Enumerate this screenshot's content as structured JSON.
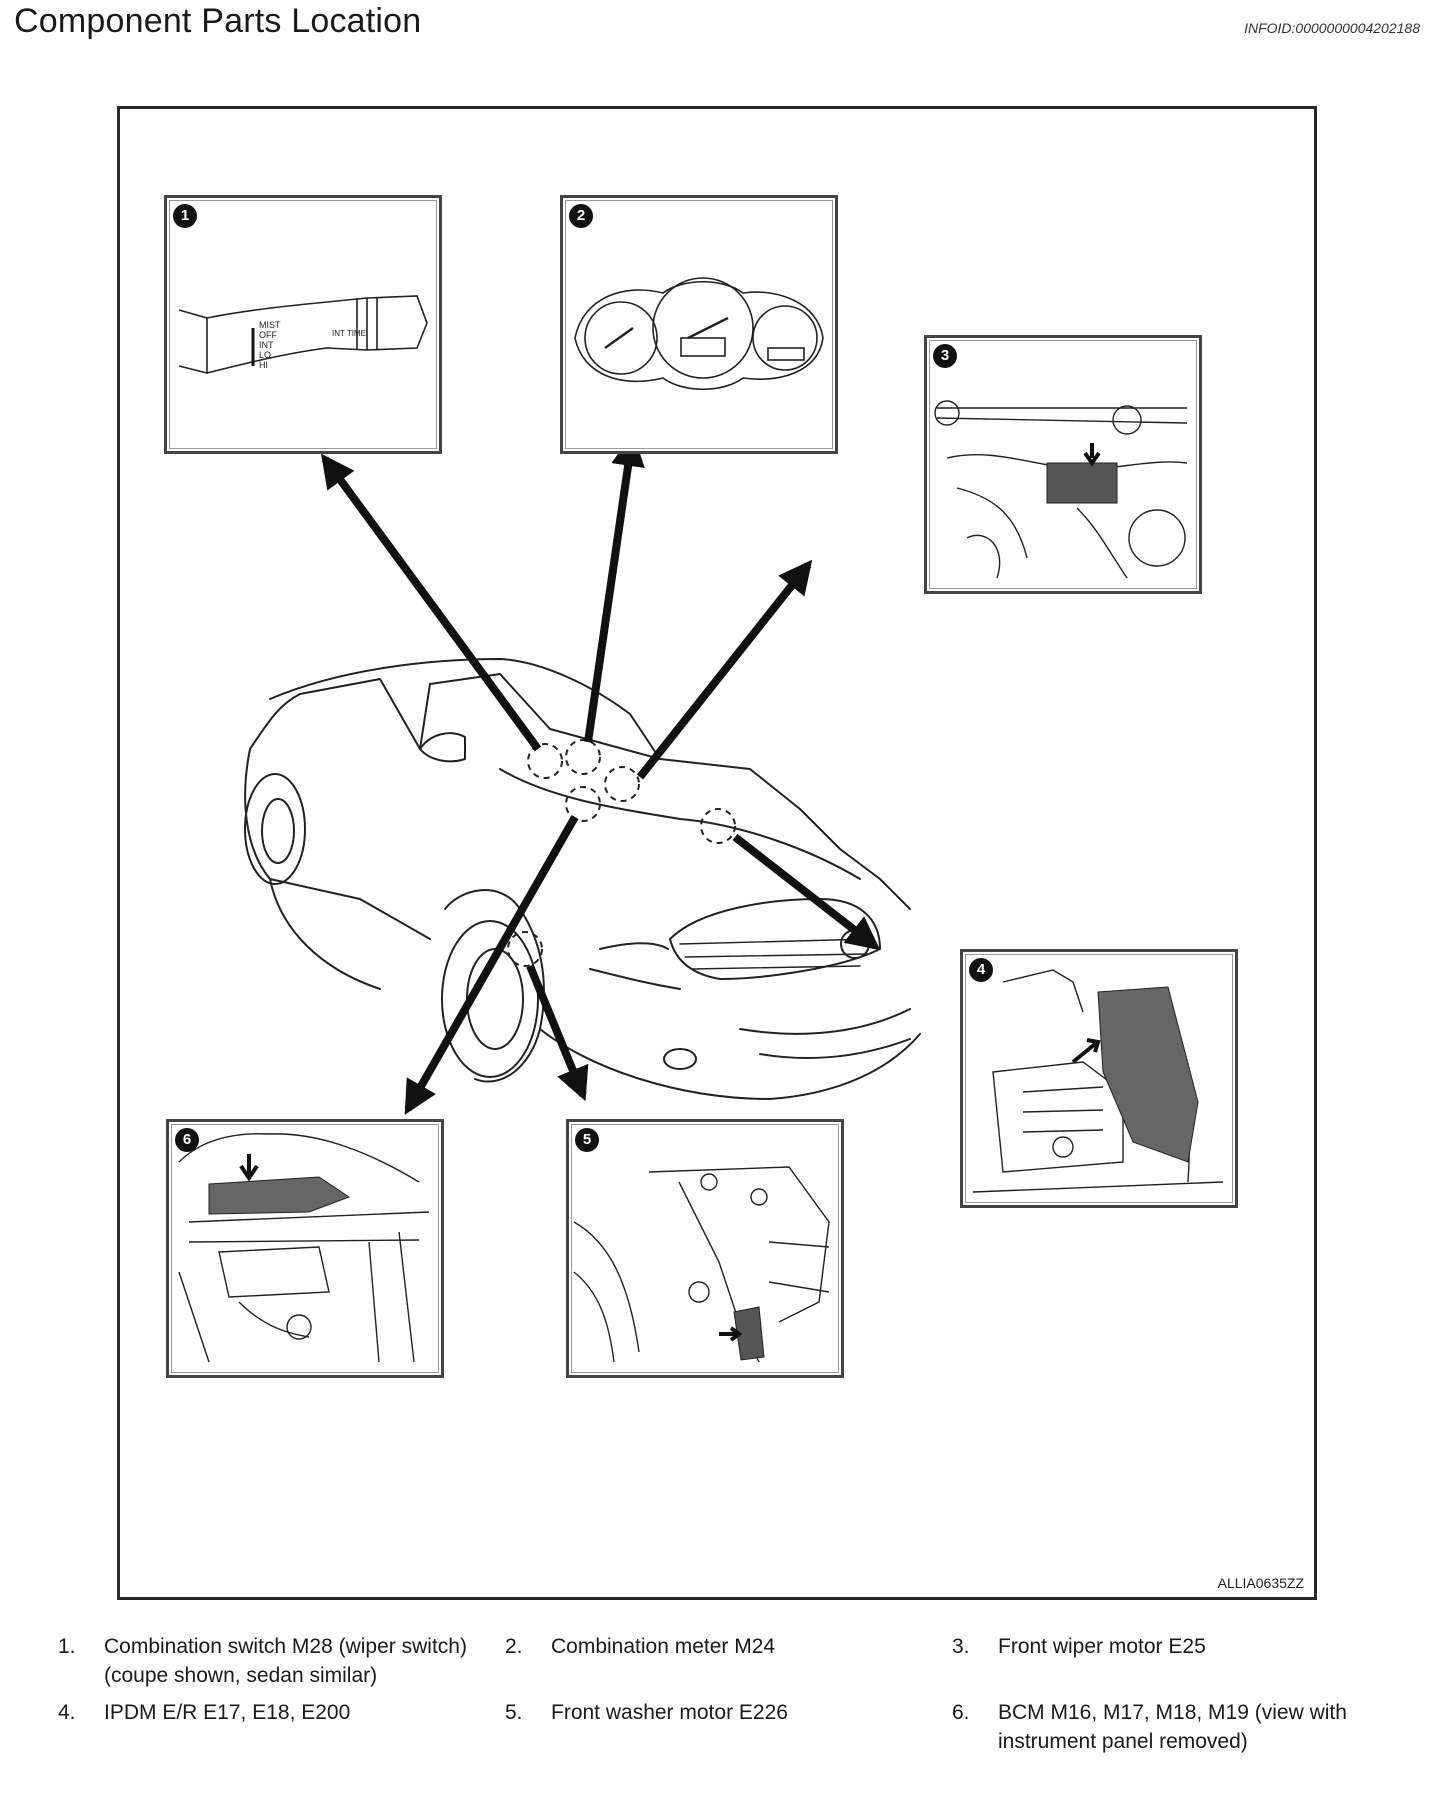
{
  "header": {
    "title": "Component Parts Location",
    "info_id": "INFOID:0000000004202188"
  },
  "figure": {
    "id": "ALLIA0635ZZ",
    "panels": [
      {
        "number": "1",
        "name": "combination-switch"
      },
      {
        "number": "2",
        "name": "combination-meter"
      },
      {
        "number": "3",
        "name": "front-wiper-motor"
      },
      {
        "number": "4",
        "name": "ipdm-er"
      },
      {
        "number": "5",
        "name": "front-washer-motor"
      },
      {
        "number": "6",
        "name": "bcm"
      }
    ],
    "switch_labels": {
      "mist": "MIST",
      "off": "OFF",
      "int": "INT",
      "lo": "LO",
      "hi": "HI",
      "int_time": "INT TIME"
    }
  },
  "legend": [
    {
      "number": "1.",
      "text": "Combination switch M28 (wiper switch) (coupe shown, sedan similar)"
    },
    {
      "number": "2.",
      "text": "Combination meter M24"
    },
    {
      "number": "3.",
      "text": "Front wiper motor E25"
    },
    {
      "number": "4.",
      "text": "IPDM E/R E17, E18, E200"
    },
    {
      "number": "5.",
      "text": "Front washer motor E226"
    },
    {
      "number": "6.",
      "text": "BCM M16, M17, M18, M19 (view with instrument panel removed)"
    }
  ]
}
